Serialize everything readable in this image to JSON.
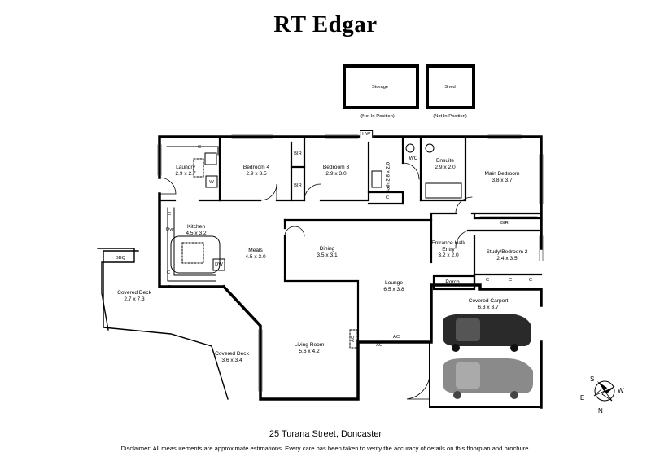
{
  "brand": {
    "logo_text": "RT Edgar"
  },
  "outbuildings": {
    "storage": "Storage",
    "shed": "Shed",
    "not_in_position": "(Not In Position)"
  },
  "rooms": {
    "laundry": {
      "name": "Laundry",
      "size": "2.9 x 2.7"
    },
    "bedroom4": {
      "name": "Bedroom 4",
      "size": "2.9 x 3.5"
    },
    "bedroom3": {
      "name": "Bedroom 3",
      "size": "2.9 x 3.0"
    },
    "bath": {
      "name": "Bath",
      "size": "2.8 x 2.0"
    },
    "wc": {
      "name": "WC"
    },
    "ensuite": {
      "name": "Ensuite",
      "size": "2.9 x 2.0"
    },
    "main_bedroom": {
      "name": "Main Bedroom",
      "size": "3.8 x 3.7"
    },
    "kitchen": {
      "name": "Kitchen",
      "size": "4.5 x 3.2"
    },
    "meals": {
      "name": "Meals",
      "size": "4.5 x 3.0"
    },
    "dining": {
      "name": "Dining",
      "size": "3.5 x 3.1"
    },
    "entrance": {
      "name": "Entrance Hall/ Entry",
      "size": "3.2 x 2.0"
    },
    "study": {
      "name": "Study/Bedroom 2",
      "size": "2.4 x 3.5"
    },
    "lounge": {
      "name": "Lounge",
      "size": "6.5 x 3.8"
    },
    "porch": {
      "name": "Porch"
    },
    "carport": {
      "name": "Covered Carport",
      "size": "6.3 x 3.7"
    },
    "living": {
      "name": "Living Room",
      "size": "5.6 x 4.2"
    },
    "deck1": {
      "name": "Covered Deck",
      "size": "2.7 x 7.3"
    },
    "deck2": {
      "name": "Covered Deck",
      "size": "3.6 x 3.4"
    }
  },
  "fixtures": {
    "hw": "HW",
    "bir": "BIR",
    "c": "C",
    "w": "W",
    "oven": "Ovn",
    "dw": "DW",
    "bbq": "BBQ",
    "ac": "AC"
  },
  "compass": {
    "n": "N",
    "s": "S",
    "e": "E",
    "w": "W"
  },
  "footer": {
    "address": "25 Turana Street, Doncaster",
    "disclaimer": "Disclaimer: All measurements are approximate estimations. Every care has been taken to verify the accuracy of details on this floorplan and brochure."
  }
}
